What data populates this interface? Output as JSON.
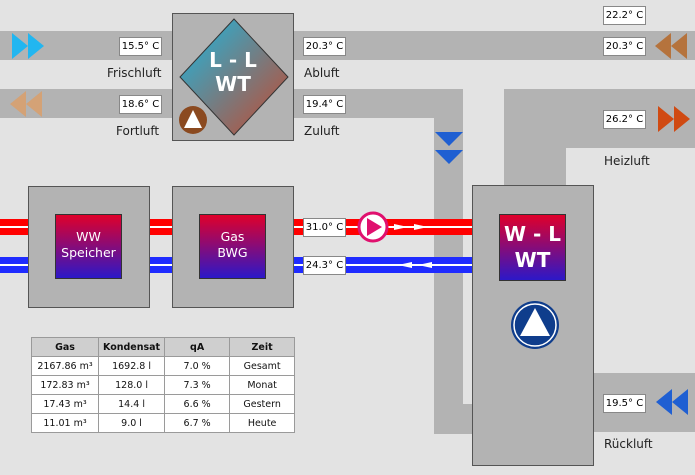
{
  "colors": {
    "duct": "#b3b3b3",
    "background": "#e3e3e3",
    "supply": "#ff0000",
    "return": "#1f2bff",
    "arrow_cyan": "#22b6f0",
    "arrow_brown": "#b5733d",
    "arrow_tan": "#d4a276",
    "arrow_orange": "#d04a12",
    "arrow_blue": "#1f5fd2",
    "fan_blue": "#0f3d8c",
    "pump": "#e0106e"
  },
  "temps": {
    "outside": "22.2° C",
    "frischluft": "15.5° C",
    "abluft_in": "20.3° C",
    "abluft_right": "20.3° C",
    "fortluft": "18.6° C",
    "zuluft": "19.4° C",
    "heizluft": "26.2° C",
    "vorlauf": "31.0° C",
    "ruecklauf_water": "24.3° C",
    "rueckluft": "19.5° C"
  },
  "labels": {
    "frischluft": "Frischluft",
    "abluft": "Abluft",
    "fortluft": "Fortluft",
    "zuluft": "Zuluft",
    "heizluft": "Heizluft",
    "rueckluft": "Rückluft"
  },
  "units": {
    "llwt_line1": "L - L",
    "llwt_line2": "WT",
    "ww_line1": "WW",
    "ww_line2": "Speicher",
    "gas_line1": "Gas",
    "gas_line2": "BWG",
    "wlwt_line1": "W - L",
    "wlwt_line2": "WT"
  },
  "icons": {
    "fan": "fan-triangle-icon",
    "pump": "pump-icon",
    "flow": "flow-arrow-icon"
  },
  "stats": {
    "headers": [
      "Gas",
      "Kondensat",
      "qA",
      "Zeit"
    ],
    "rows": [
      {
        "gas": "2167.86 m³",
        "kondensat": "1692.8 l",
        "qa": "7.0 %",
        "zeit": "Gesamt"
      },
      {
        "gas": "172.83 m³",
        "kondensat": "128.0 l",
        "qa": "7.3 %",
        "zeit": "Monat"
      },
      {
        "gas": "17.43 m³",
        "kondensat": "14.4 l",
        "qa": "6.6 %",
        "zeit": "Gestern"
      },
      {
        "gas": "11.01 m³",
        "kondensat": "9.0 l",
        "qa": "6.7 %",
        "zeit": "Heute"
      }
    ]
  }
}
